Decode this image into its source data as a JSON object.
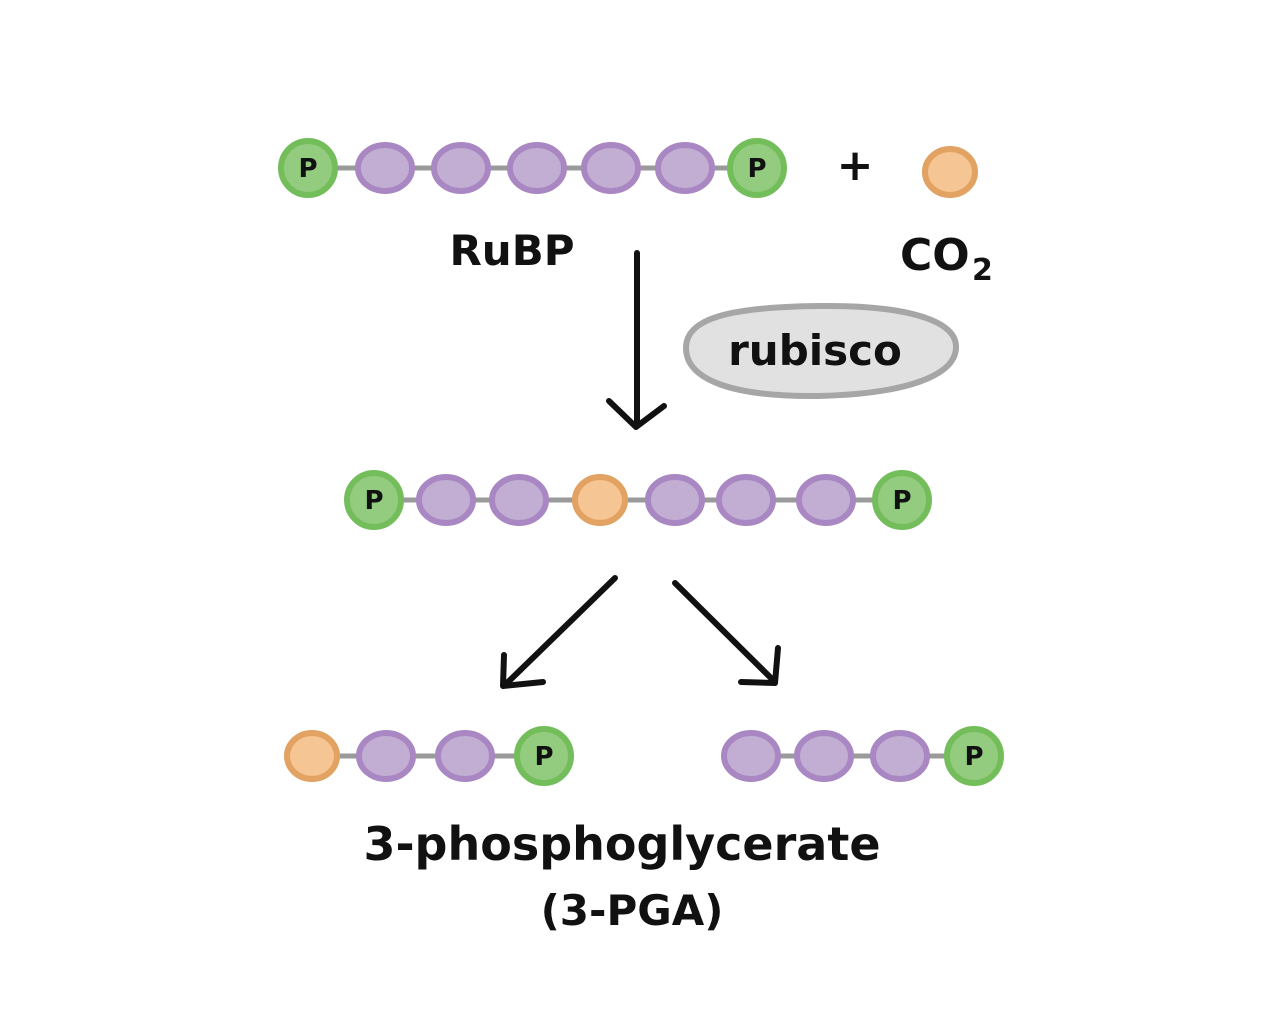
{
  "colors": {
    "phosphate_fill": "#93cc7e",
    "phosphate_stroke": "#74bd5b",
    "carbon_fill": "#c2aed3",
    "carbon_stroke": "#a987c2",
    "co2_fill": "#f6c594",
    "co2_stroke": "#e2a262",
    "bond": "#9a9a9a",
    "ink": "#111111",
    "enzyme_fill": "#e1e1e1",
    "enzyme_stroke": "#a6a6a6"
  },
  "phosphate_symbol": "P",
  "labels": {
    "rubp": "RuBP",
    "co2_main": "CO",
    "co2_sub": "2",
    "plus": "+",
    "enzyme": "rubisco",
    "product_name": "3-phosphoglycerate",
    "product_abbrev": "(3-PGA)"
  },
  "molecules": {
    "rubp": [
      "P",
      "C",
      "C",
      "C",
      "C",
      "C",
      "P"
    ],
    "co2": [
      "CO2"
    ],
    "intermediate": [
      "P",
      "C",
      "C",
      "CO2",
      "C",
      "C",
      "C",
      "P"
    ],
    "pga_left": [
      "CO2",
      "C",
      "C",
      "P"
    ],
    "pga_right": [
      "C",
      "C",
      "C",
      "P"
    ]
  },
  "arrows": [
    "rubp-to-intermediate",
    "intermediate-to-pga-left",
    "intermediate-to-pga-right"
  ]
}
